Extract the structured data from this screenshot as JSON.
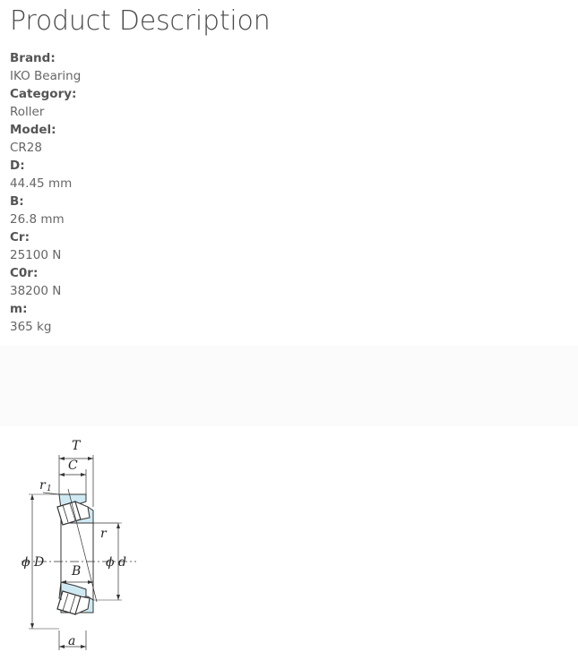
{
  "header": {
    "title": "Product Description"
  },
  "specs": [
    {
      "label": "Brand:",
      "value": "IKO Bearing"
    },
    {
      "label": "Category:",
      "value": "Roller"
    },
    {
      "label": "Model:",
      "value": "CR28"
    },
    {
      "label": "D:",
      "value": "44.45 mm"
    },
    {
      "label": "B:",
      "value": "26.8 mm"
    },
    {
      "label": "Cr:",
      "value": "25100 N"
    },
    {
      "label": "C0r:",
      "value": "38200 N"
    },
    {
      "label": "m:",
      "value": "365 kg"
    }
  ],
  "diagram": {
    "labels": {
      "T": "T",
      "C": "C",
      "r1": "r",
      "r1_sub": "1",
      "r": "r",
      "D": "ϕ D",
      "B": "B",
      "d": "ϕ d",
      "a": "a"
    },
    "colors": {
      "fill": "#cfe9f3",
      "line": "#333333"
    }
  }
}
